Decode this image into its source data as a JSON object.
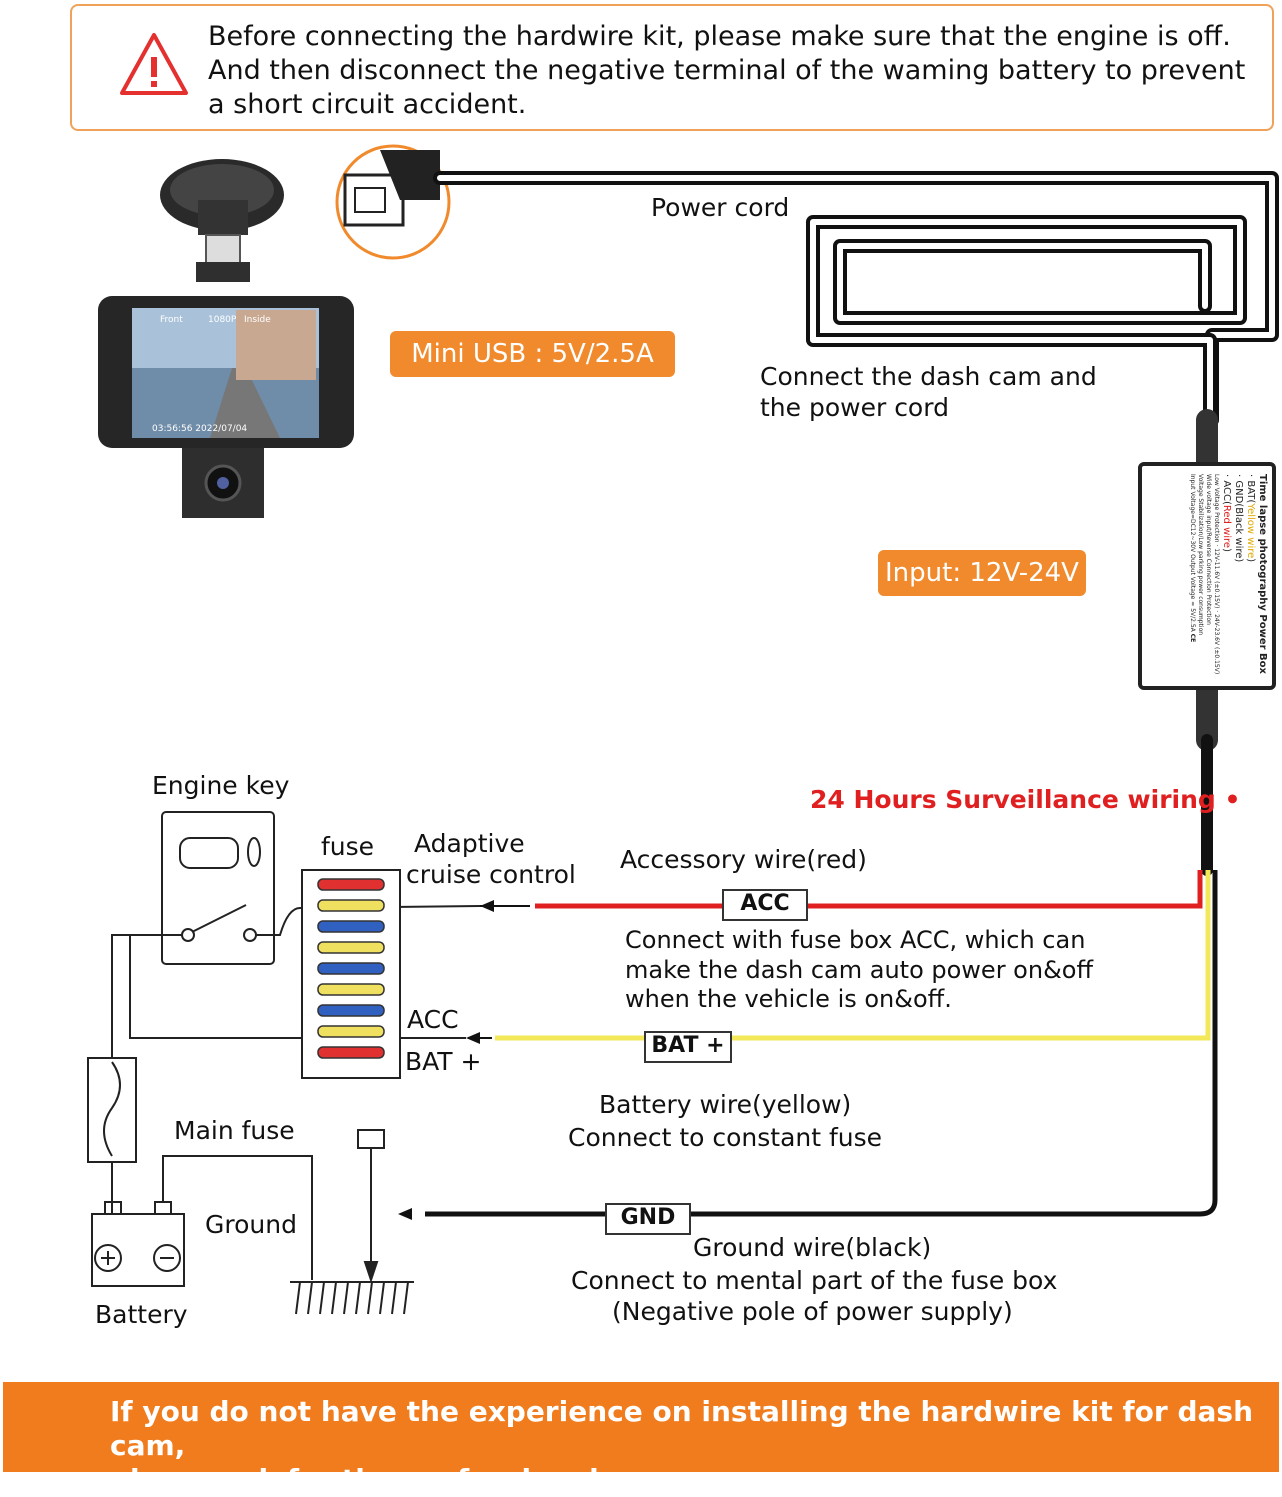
{
  "warning": {
    "line1": "Before connecting the hardwire kit, please make sure that the engine is off.",
    "line2": "And then disconnect the negative terminal of the waming battery to prevent",
    "line3": "a short circuit accident."
  },
  "top": {
    "power_cord": "Power cord",
    "mini_usb": "Mini USB : 5V/2.5A",
    "connect_line1": "Connect the dash cam and",
    "connect_line2": "the power cord",
    "input": "Input: 12V-24V"
  },
  "screen": {
    "front": "Front",
    "res": "1080P",
    "inside": "Inside",
    "time": "03:56:56  2022/07/04"
  },
  "powerbox": {
    "title": "Time lapse photography Power Box",
    "bat_prefix": "· BAT(",
    "bat_color": "Yellow wire",
    "bat_suffix": ")",
    "gnd": "· GND(Black wire)",
    "acc_prefix": "· ACC(",
    "acc_color": "Red wire",
    "acc_suffix": ")",
    "lvp_title": "Low Voltage Protection",
    "lvp_1": "12V-11.6V (±0.15V)",
    "lvp_2": "24V-23.6V (±0.15V)",
    "note1": "Wide voltage input/Reverse Connection Protection",
    "note2": "Voltage Stabilization/Low parking power consumption",
    "input_v": "Input Voltage=DC12~30V",
    "output_v": "Output Voltage = 5V/2.5A",
    "ce": "CE"
  },
  "wiring": {
    "title": "24 Hours Surveillance wiring",
    "engine_key": "Engine key",
    "fuse": "fuse",
    "adaptive1": "Adaptive",
    "adaptive2": "cruise control",
    "acc_side": "ACC",
    "bat_side": "BAT +",
    "main_fuse": "Main fuse",
    "ground": "Ground",
    "battery": "Battery",
    "acc_wire": "Accessory wire(red)",
    "acc_tag": "ACC",
    "acc_desc1": "Connect with fuse box ACC, which can",
    "acc_desc2": "make the dash cam auto power on&off",
    "acc_desc3": "when the vehicle is on&off.",
    "bat_tag": "BAT +",
    "bat_desc1": "Battery wire(yellow)",
    "bat_desc2": "Connect to constant fuse",
    "gnd_tag": "GND",
    "gnd_desc1": "Ground wire(black)",
    "gnd_desc2": "Connect to mental part of the fuse box",
    "gnd_desc3": "(Negative pole of power supply)"
  },
  "footer": {
    "line1": "If you do not have the experience on installing the hardwire kit for dash cam,",
    "line2": "please ask for the professional"
  },
  "colors": {
    "accent": "#f08a2c",
    "acc_wire": "#e02020",
    "bat_wire": "#f2e85a",
    "gnd_wire": "#111111"
  }
}
